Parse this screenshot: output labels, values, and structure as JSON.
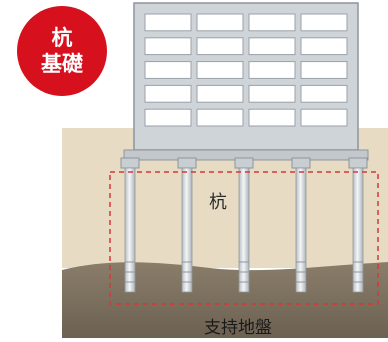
{
  "badge": {
    "line1": "杭",
    "line2": "基礎"
  },
  "labels": {
    "pile": "杭",
    "bearing_stratum": "支持地盤"
  },
  "diagram": {
    "window_rows": 5,
    "window_cols": 4,
    "pile_count": 5
  },
  "colors": {
    "badge": "#d7101e",
    "upper_soil": "#e7dcc3",
    "bearing_stratum": "#7b6f5e",
    "building_outline": "#8d949c",
    "dashed_outline": "#d23a3a"
  }
}
